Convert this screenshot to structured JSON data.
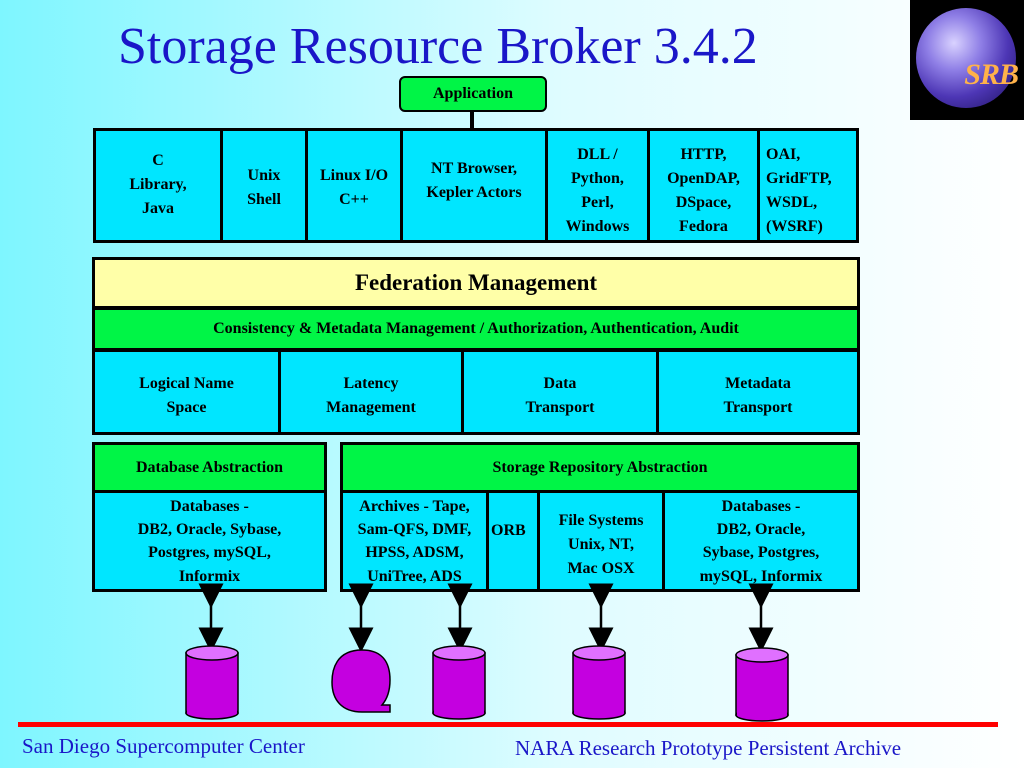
{
  "title": "Storage Resource Broker 3.4.2",
  "logo_text": "SRB",
  "application": "Application",
  "clients": [
    "C\nLibrary,\nJava",
    "Unix\nShell",
    "Linux  I/O\nC++",
    "NT Browser,\nKepler Actors",
    "DLL /\nPython,\nPerl,\nWindows",
    "HTTP,\nOpenDAP,\nDSpace,\nFedora",
    "OAI,\nGridFTP,\nWSDL,\n(WSRF)"
  ],
  "federation": "Federation Management",
  "consistency": "Consistency  & Metadata Management / Authorization, Authentication, Audit",
  "services": [
    "Logical Name\nSpace",
    "Latency\nManagement",
    "Data\nTransport",
    "Metadata\nTransport"
  ],
  "db_abstraction": "Database Abstraction",
  "storage_abstraction": "Storage Repository Abstraction",
  "db_backends": "Databases -\nDB2, Oracle, Sybase,\nPostgres, mySQL,\nInformix",
  "storage_backends": [
    "Archives - Tape,\nSam-QFS, DMF,\nHPSS, ADSM,\nUniTree, ADS",
    "ORB",
    "File Systems\nUnix, NT,\nMac OSX",
    "Databases -\nDB2, Oracle,\nSybase, Postgres,\nmySQL,  Informix"
  ],
  "footer_left": "San Diego Supercomputer Center",
  "footer_right": "NARA Research Prototype Persistent Archive",
  "colors": {
    "title": "#1a16c8",
    "cyan_box": "#00e6ff",
    "green_box": "#00f546",
    "yellow_box": "#ffffa8",
    "storage_icon": "#c400e0",
    "footer_rule": "#ff0000"
  }
}
